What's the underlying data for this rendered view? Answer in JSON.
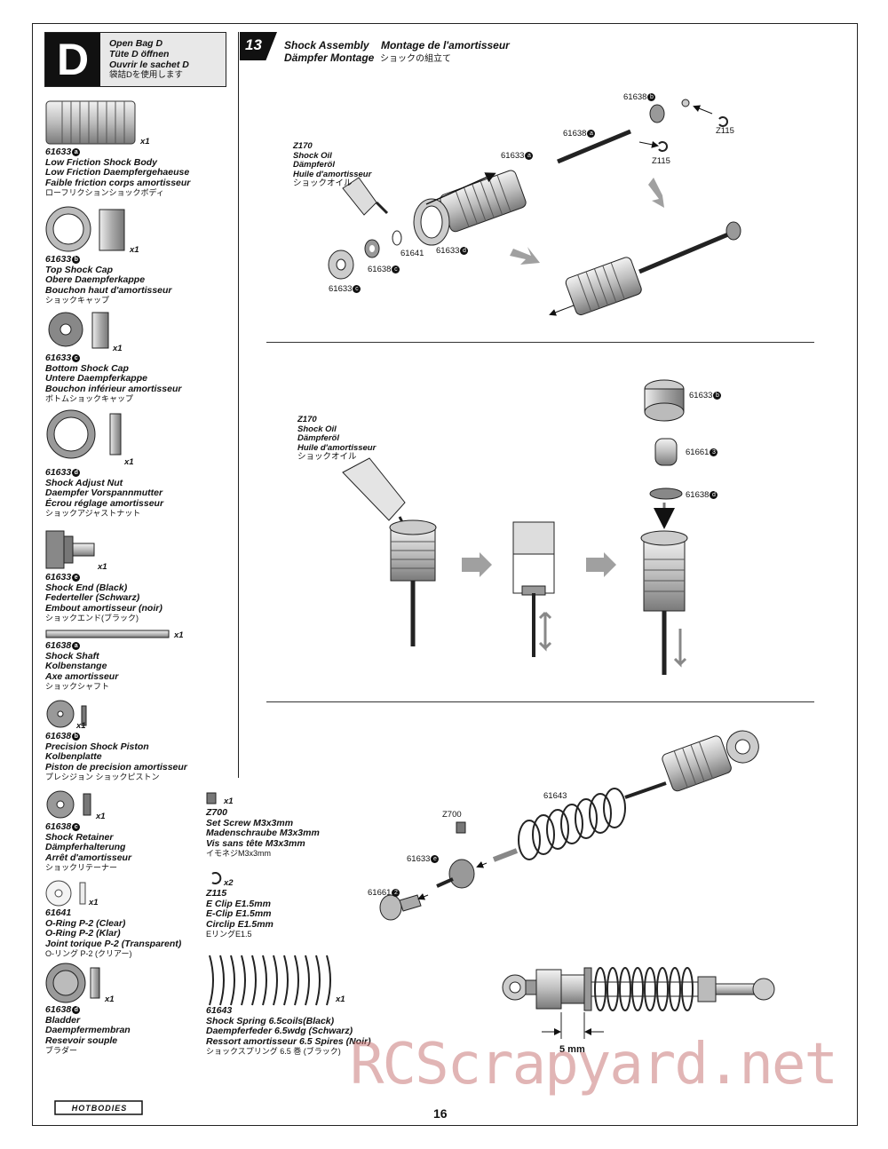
{
  "bag": {
    "letter": "D",
    "lines": [
      "Open Bag D",
      "Tüte D öffnen",
      "Ouvrir le sachet D",
      "袋詰Dを使用します"
    ]
  },
  "parts": [
    {
      "num": "61633",
      "badge": "a",
      "qty": "x1",
      "names": [
        "Low Friction Shock Body",
        "Low Friction Daempfergehaeuse",
        "Faible friction corps amortisseur"
      ],
      "jp": "ローフリクションショックボディ"
    },
    {
      "num": "61633",
      "badge": "b",
      "qty": "x1",
      "names": [
        "Top Shock Cap",
        "Obere Daempferkappe",
        "Bouchon haut d'amortisseur"
      ],
      "jp": "ショックキャップ"
    },
    {
      "num": "61633",
      "badge": "c",
      "qty": "x1",
      "names": [
        "Bottom Shock Cap",
        "Untere Daempferkappe",
        "Bouchon inférieur amortisseur"
      ],
      "jp": "ボトムショックキャップ"
    },
    {
      "num": "61633",
      "badge": "d",
      "qty": "x1",
      "names": [
        "Shock Adjust Nut",
        "Daempfer Vorspannmutter",
        "Écrou réglage amortisseur"
      ],
      "jp": "ショックアジャストナット"
    },
    {
      "num": "61633",
      "badge": "e",
      "qty": "x1",
      "names": [
        "Shock End (Black)",
        "Federteller (Schwarz)",
        "Embout amortisseur (noir)"
      ],
      "jp": "ショックエンド(ブラック)"
    },
    {
      "num": "61638",
      "badge": "a",
      "qty": "x1",
      "names": [
        "Shock Shaft",
        "Kolbenstange",
        "Axe amortisseur"
      ],
      "jp": "ショックシャフト"
    },
    {
      "num": "61638",
      "badge": "b",
      "qty": "x1",
      "names": [
        "Precision Shock Piston",
        "Kolbenplatte",
        "Piston de precision amortisseur"
      ],
      "jp": "プレシジョン ショックピストン"
    },
    {
      "num": "61638",
      "badge": "c",
      "qty": "x1",
      "names": [
        "Shock Retainer",
        "Dämpferhalterung",
        "Arrêt d'amortisseur"
      ],
      "jp": "ショックリテーナー"
    },
    {
      "num": "61641",
      "badge": "",
      "qty": "x1",
      "names": [
        "O-Ring P-2 (Clear)",
        "O-Ring P-2 (Klar)",
        "Joint torique P-2 (Transparent)"
      ],
      "jp": "O-リング P-2 (クリアー)"
    },
    {
      "num": "61638",
      "badge": "d",
      "qty": "x1",
      "names": [
        "Bladder",
        "Daempfermembran",
        "Resevoir souple"
      ],
      "jp": "ブラダー"
    }
  ],
  "hardware": [
    {
      "num": "Z700",
      "qty": "x1",
      "names": [
        "Set Screw M3x3mm",
        "Madenschraube M3x3mm",
        "Vis sans tête M3x3mm"
      ],
      "jp": "イモネジM3x3mm"
    },
    {
      "num": "Z115",
      "qty": "x2",
      "names": [
        "E Clip E1.5mm",
        "E-Clip E1.5mm",
        "Circlip E1.5mm"
      ],
      "jp": "EリングE1.5"
    },
    {
      "num": "61643",
      "qty": "x1",
      "names": [
        "Shock Spring  6.5coils(Black)",
        "Daempferfeder 6.5wdg (Schwarz)",
        "Ressort amortisseur 6.5 Spires (Noir)"
      ],
      "jp": "ショックスプリング 6.5 巻 (ブラック)"
    }
  ],
  "step": {
    "number": "13",
    "title_line1_a": "Shock Assembly",
    "title_line1_b": "Montage de l'amortisseur",
    "title_line2_a": "Dämpfer Montage",
    "title_line2_b": "ショックの組立て"
  },
  "oil": {
    "code": "Z170",
    "lines": [
      "Shock Oil",
      "Dämpferöl",
      "Huile d'amortisseur",
      "ショックオイル"
    ]
  },
  "callouts": {
    "c1": "61638",
    "c1b": "b",
    "c2": "61638",
    "c2b": "a",
    "c3": "Z115",
    "c4": "Z115",
    "c5": "61633",
    "c5b": "a",
    "c6": "61641",
    "c7": "61633",
    "c7b": "d",
    "c8": "61638",
    "c8b": "c",
    "c9": "61633",
    "c9b": "c",
    "c10": "61633",
    "c10b": "b",
    "c11": "61661",
    "c11b": "3",
    "c12": "61638",
    "c12b": "d",
    "c13": "61643",
    "c14": "Z700",
    "c15": "61633",
    "c15b": "e",
    "c16": "61661",
    "c16b": "2"
  },
  "dimension": "5 mm",
  "page_number": "16",
  "watermark": "RCScrapyard.net",
  "logo_text": "HOTBODIES",
  "colors": {
    "ink": "#111111",
    "gray_arrow": "#a0a0a0",
    "part_gray": "#cfcfcf",
    "watermark": "#c87878"
  }
}
